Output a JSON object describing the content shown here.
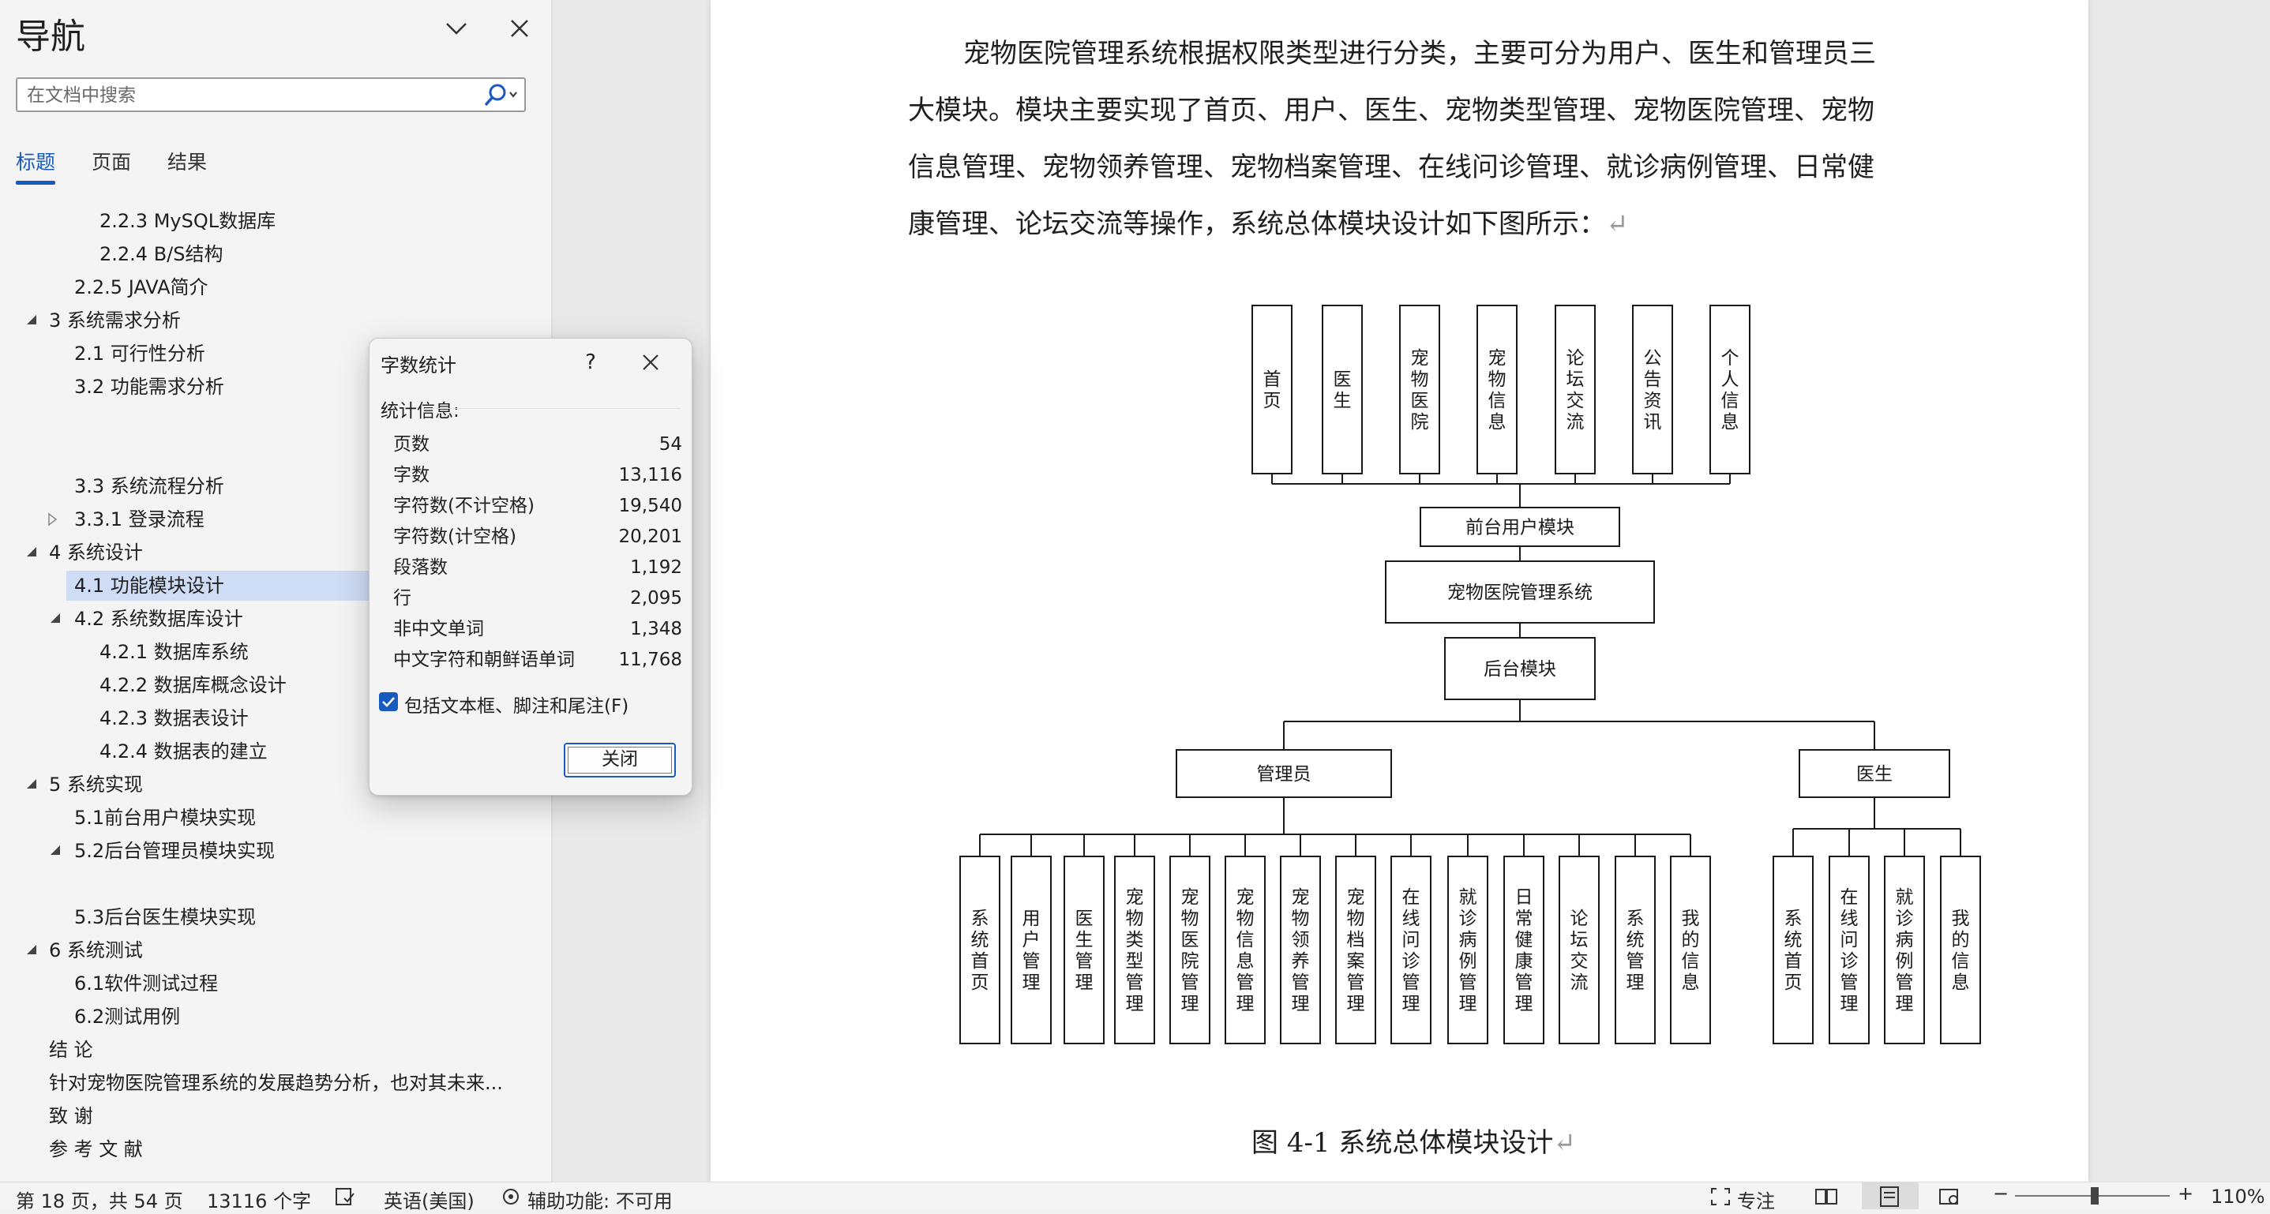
{
  "nav": {
    "title": "导航",
    "search_placeholder": "在文档中搜索",
    "tabs": [
      "标题",
      "页面",
      "结果"
    ],
    "items": [
      "2.2.3 MySQL数据库",
      "2.2.4 B/S结构",
      "2.2.5 JAVA简介",
      "3  系统需求分析",
      "2.1 可行性分析",
      "3.2 功能需求分析",
      "3.3 系统流程分析",
      "3.3.1 登录流程",
      "4  系统设计",
      "4.1 功能模块设计",
      "4.2 系统数据库设计",
      "4.2.1 数据库系统",
      "4.2.2 数据库概念设计",
      "4.2.3 数据表设计",
      "4.2.4 数据表的建立",
      "5  系统实现",
      "5.1前台用户模块实现",
      "5.2后台管理员模块实现",
      "5.3后台医生模块实现",
      "6  系统测试",
      "6.1软件测试过程",
      "6.2测试用例",
      "结    论",
      "针对宠物医院管理系统的发展趋势分析，也对其未来...",
      "致    谢",
      "参 考 文 献"
    ]
  },
  "document": {
    "paragraph_lines": [
      "宠物医院管理系统根据权限类型进行分类，主要可分为用户、医生和管理员三",
      "大模块。模块主要实现了首页、用户、医生、宠物类型管理、宠物医院管理、宠物",
      "信息管理、宠物领养管理、宠物档案管理、在线问诊管理、就诊病例管理、日常健",
      "康管理、论坛交流等操作，系统总体模块设计如下图所示："
    ],
    "paragraph_mark": "↵",
    "caption": "图 4-1  系统总体模块设计",
    "diagram": {
      "front_modules": [
        "首页",
        "医生",
        "宠物医院",
        "宠物信息",
        "论坛交流",
        "公告资讯",
        "个人信息"
      ],
      "front_label": "前台用户模块",
      "system_label": "宠物医院管理系统",
      "backend_label": "后台模块",
      "admin_label": "管理员",
      "doctor_label": "医生",
      "admin_modules": [
        "系统首页",
        "用户管理",
        "医生管理",
        "宠物类型管理",
        "宠物医院管理",
        "宠物信息管理",
        "宠物领养管理",
        "宠物档案管理",
        "在线问诊管理",
        "就诊病例管理",
        "日常健康管理",
        "论坛交流",
        "系统管理",
        "我的信息"
      ],
      "doctor_modules": [
        "系统首页",
        "在线问诊管理",
        "就诊病例管理",
        "我的信息"
      ]
    }
  },
  "dialog": {
    "title": "字数统计",
    "help": "?",
    "section": "统计信息:",
    "stats": [
      {
        "label": "页数",
        "value": "54"
      },
      {
        "label": "字数",
        "value": "13,116"
      },
      {
        "label": "字符数(不计空格)",
        "value": "19,540"
      },
      {
        "label": "字符数(计空格)",
        "value": "20,201"
      },
      {
        "label": "段落数",
        "value": "1,192"
      },
      {
        "label": "行",
        "value": "2,095"
      },
      {
        "label": "非中文单词",
        "value": "1,348"
      },
      {
        "label": "中文字符和朝鲜语单词",
        "value": "11,768"
      }
    ],
    "checkbox_label": "包括文本框、脚注和尾注(F)",
    "checkbox_checked": true,
    "close_label": "关闭"
  },
  "status": {
    "page": "第 18 页，共 54 页",
    "words": "13116 个字",
    "language": "英语(美国)",
    "accessibility": "辅助功能: 不可用",
    "focus": "专注",
    "zoom": "110%"
  }
}
